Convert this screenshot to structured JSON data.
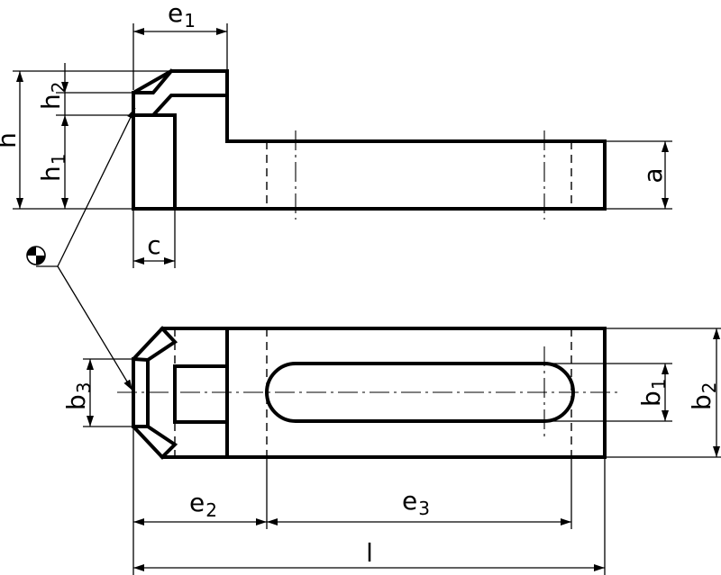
{
  "labels": {
    "e1": {
      "main": "e",
      "sub": "1"
    },
    "h": {
      "main": "h",
      "sub": ""
    },
    "h1": {
      "main": "h",
      "sub": "1"
    },
    "h2": {
      "main": "h",
      "sub": "2"
    },
    "c": {
      "main": "c",
      "sub": ""
    },
    "a": {
      "main": "a",
      "sub": ""
    },
    "b1": {
      "main": "b",
      "sub": "1"
    },
    "b2": {
      "main": "b",
      "sub": "2"
    },
    "b3": {
      "main": "b",
      "sub": "3"
    },
    "e2": {
      "main": "e",
      "sub": "2"
    },
    "e3": {
      "main": "e",
      "sub": "3"
    },
    "l": {
      "main": "l",
      "sub": ""
    }
  },
  "icons": {
    "symbol": "half-filled-circle-icon"
  }
}
